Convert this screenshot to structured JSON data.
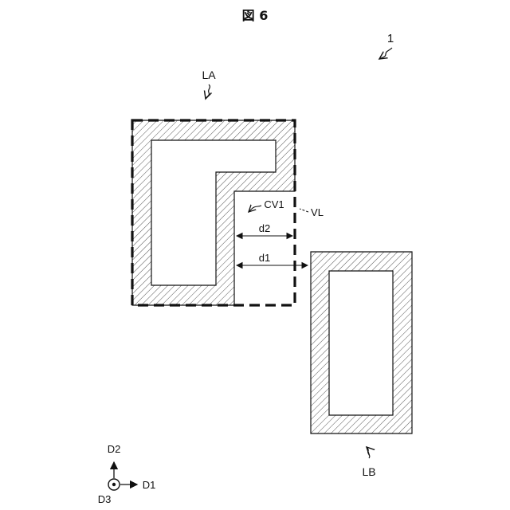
{
  "figure": {
    "title": "図 6",
    "ref_numeral": "1"
  },
  "diagram": {
    "layer_a_label": "LA",
    "layer_b_label": "LB",
    "cavity_label": "CV1",
    "virtual_line_label": "VL",
    "distance_d2_label": "d2",
    "distance_d1_label": "d1"
  },
  "axes": {
    "d1": "D1",
    "d2": "D2",
    "d3": "D3"
  }
}
